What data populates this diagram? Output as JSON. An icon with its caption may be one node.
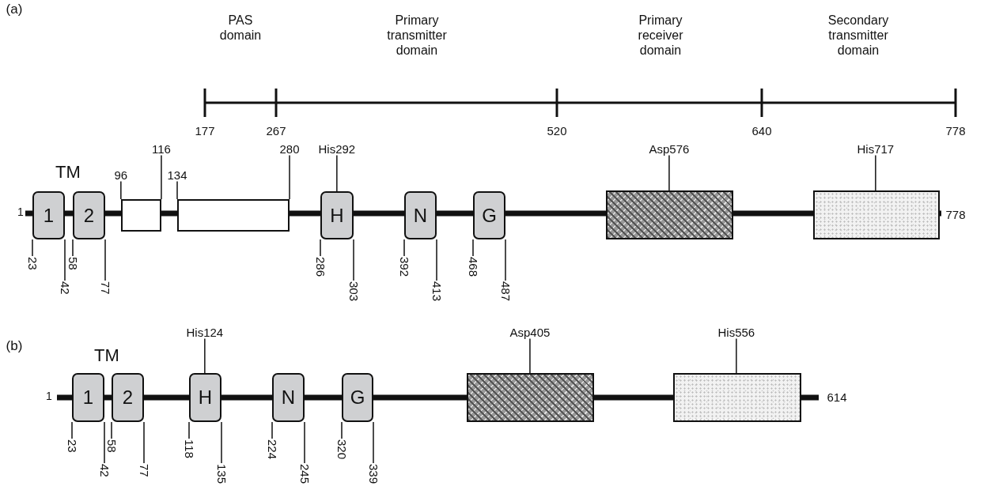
{
  "diagram": {
    "nodes": [
      {
        "text": [
          "1"
        ]
      },
      {
        "text": [
          "2"
        ]
      },
      {
        "text": [],
        "shape": "box"
      },
      {
        "text": [],
        "shape": "box"
      },
      {
        "text": [
          "H"
        ]
      },
      {
        "text": [
          "N"
        ]
      },
      {
        "text": [
          "G"
        ]
      },
      {
        "text": [],
        "shape": "box"
      },
      {
        "text": [],
        "shape": "box"
      },
      {
        "text": [
          "23"
        ]
      },
      {
        "text": [
          "42"
        ]
      },
      {
        "text": [
          "58"
        ]
      },
      {
        "text": [
          "77"
        ]
      },
      {
        "text": [
          "96"
        ]
      },
      {
        "text": [
          "116"
        ]
      },
      {
        "text": [
          "134"
        ]
      },
      {
        "text": [
          "280"
        ]
      },
      {
        "text": [
          "His292"
        ]
      },
      {
        "text": [
          "286"
        ]
      },
      {
        "text": [
          "303"
        ]
      },
      {
        "text": [
          "392"
        ]
      },
      {
        "text": [
          "413"
        ]
      },
      {
        "text": [
          "468"
        ]
      },
      {
        "text": [
          "487"
        ]
      },
      {
        "text": [
          "Asp576"
        ]
      },
      {
        "text": [
          "His717"
        ]
      },
      {
        "text": [
          "1"
        ]
      },
      {
        "text": [
          "2"
        ]
      },
      {
        "text": [
          "H"
        ]
      },
      {
        "text": [
          "N"
        ]
      },
      {
        "text": [
          "G"
        ]
      },
      {
        "text": [],
        "shape": "box"
      },
      {
        "text": [],
        "shape": "box"
      },
      {
        "text": [
          "23"
        ]
      },
      {
        "text": [
          "42"
        ]
      },
      {
        "text": [
          "58"
        ]
      },
      {
        "text": [
          "77"
        ]
      },
      {
        "text": [
          "His124"
        ]
      },
      {
        "text": [
          "118"
        ]
      },
      {
        "text": [
          "135"
        ]
      },
      {
        "text": [
          "224"
        ]
      },
      {
        "text": [
          "245"
        ]
      },
      {
        "text": [
          "320"
        ]
      },
      {
        "text": [
          "339"
        ]
      },
      {
        "text": [
          "Asp405"
        ]
      },
      {
        "text": [
          "His556"
        ]
      }
    ],
    "edges": [
      {
        "from": 9,
        "to": 0,
        "arrow": "none"
      },
      {
        "from": 10,
        "to": 0,
        "arrow": "none"
      },
      {
        "from": 11,
        "to": 1,
        "arrow": "none"
      },
      {
        "from": 12,
        "to": 1,
        "arrow": "none"
      },
      {
        "from": 13,
        "to": 2,
        "arrow": "none"
      },
      {
        "from": 14,
        "to": 2,
        "arrow": "none"
      },
      {
        "from": 15,
        "to": 3,
        "arrow": "none"
      },
      {
        "from": 16,
        "to": 3,
        "arrow": "none"
      },
      {
        "from": 17,
        "to": 4,
        "arrow": "none"
      },
      {
        "from": 18,
        "to": 4,
        "arrow": "none"
      },
      {
        "from": 19,
        "to": 4,
        "arrow": "none"
      },
      {
        "from": 20,
        "to": 5,
        "arrow": "none"
      },
      {
        "from": 21,
        "to": 5,
        "arrow": "none"
      },
      {
        "from": 22,
        "to": 6,
        "arrow": "none"
      },
      {
        "from": 23,
        "to": 6,
        "arrow": "none"
      },
      {
        "from": 24,
        "to": 7,
        "arrow": "none"
      },
      {
        "from": 25,
        "to": 8,
        "arrow": "none"
      },
      {
        "from": 33,
        "to": 26,
        "arrow": "none"
      },
      {
        "from": 34,
        "to": 26,
        "arrow": "none"
      },
      {
        "from": 35,
        "to": 27,
        "arrow": "none"
      },
      {
        "from": 36,
        "to": 27,
        "arrow": "none"
      },
      {
        "from": 37,
        "to": 28,
        "arrow": "none"
      },
      {
        "from": 38,
        "to": 28,
        "arrow": "none"
      },
      {
        "from": 39,
        "to": 28,
        "arrow": "none"
      },
      {
        "from": 40,
        "to": 29,
        "arrow": "none"
      },
      {
        "from": 41,
        "to": 29,
        "arrow": "none"
      },
      {
        "from": 42,
        "to": 30,
        "arrow": "none"
      },
      {
        "from": 43,
        "to": 30,
        "arrow": "none"
      },
      {
        "from": 44,
        "to": 31,
        "arrow": "none"
      },
      {
        "from": 45,
        "to": 32,
        "arrow": "none"
      }
    ],
    "labels": [
      "(a)",
      "PAS domain",
      "Primary transmitter domain",
      "Primary receiver domain",
      "Secondary transmitter domain",
      "177",
      "267",
      "520",
      "640",
      "778",
      "TM",
      "1",
      "778",
      "(b)",
      "TM",
      "1",
      "614"
    ]
  }
}
